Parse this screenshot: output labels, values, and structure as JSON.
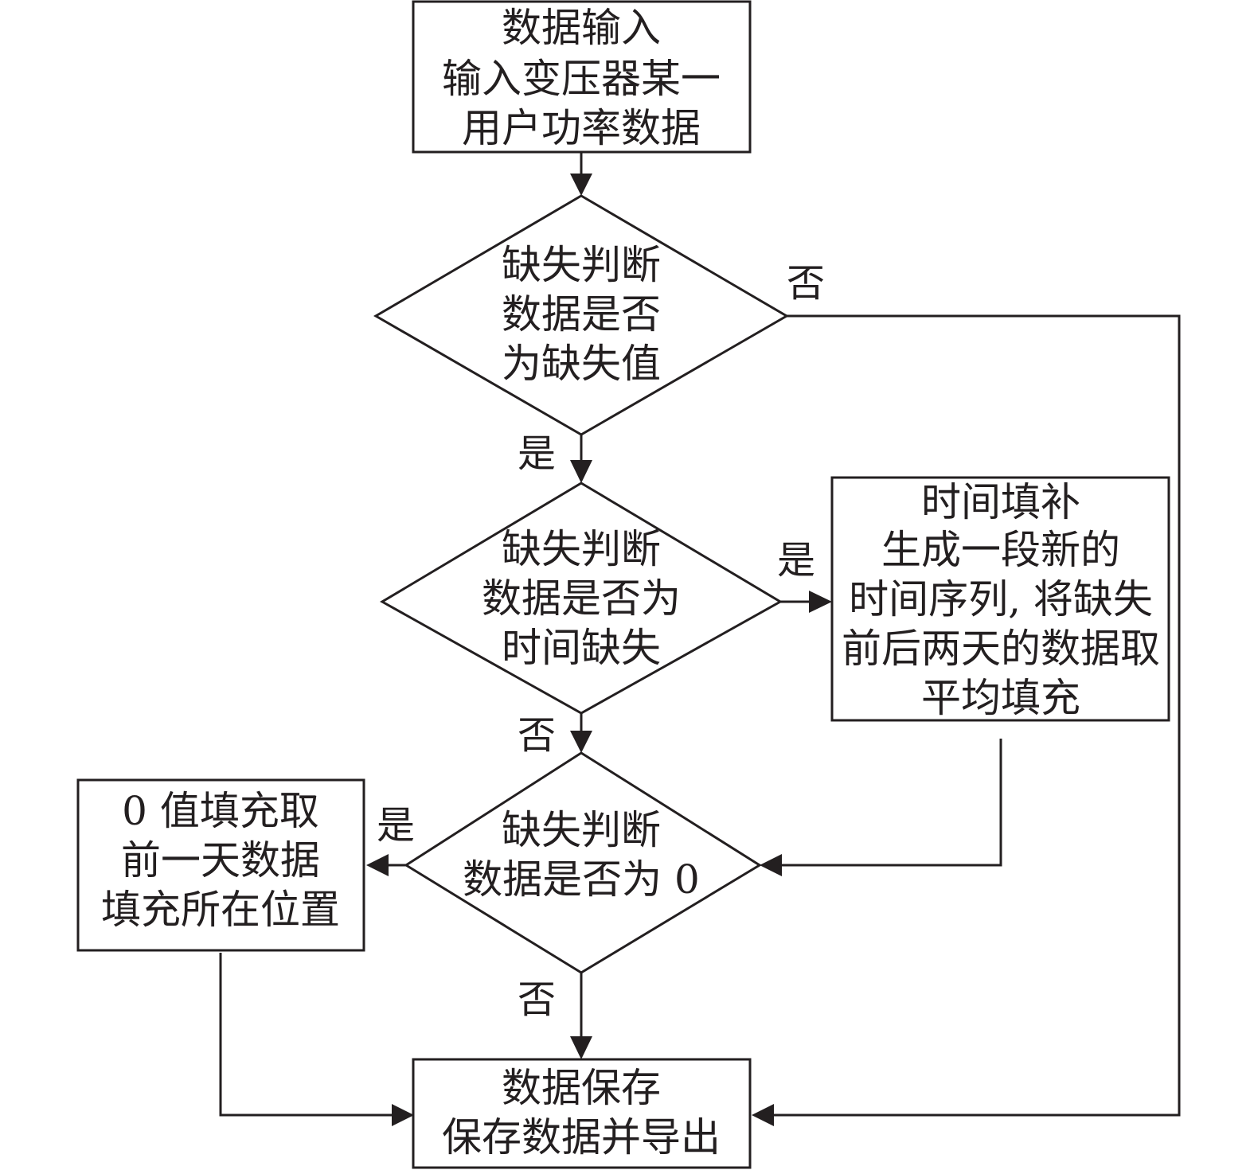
{
  "nodes": {
    "input": {
      "lines": [
        "数据输入",
        "输入变压器某一",
        "用户功率数据"
      ]
    },
    "decision_missing": {
      "lines": [
        "缺失判断",
        "数据是否",
        "为缺失值"
      ]
    },
    "decision_time": {
      "lines": [
        "缺失判断",
        "数据是否为",
        "时间缺失"
      ]
    },
    "time_fill": {
      "lines": [
        "时间填补",
        "生成一段新的",
        "时间序列, 将缺失",
        "前后两天的数据取",
        "平均填充"
      ]
    },
    "decision_zero": {
      "lines": [
        "缺失判断",
        "数据是否为 0"
      ]
    },
    "zero_fill": {
      "lines": [
        "0 值填充取",
        "前一天数据",
        "填充所在位置"
      ]
    },
    "save": {
      "lines": [
        "数据保存",
        "保存数据并导出"
      ]
    }
  },
  "edge_labels": {
    "missing_no": "否",
    "missing_yes": "是",
    "time_yes": "是",
    "time_no": "否",
    "zero_yes": "是",
    "zero_no": "否"
  },
  "colors": {
    "stroke": "#231f20",
    "background": "#ffffff"
  }
}
